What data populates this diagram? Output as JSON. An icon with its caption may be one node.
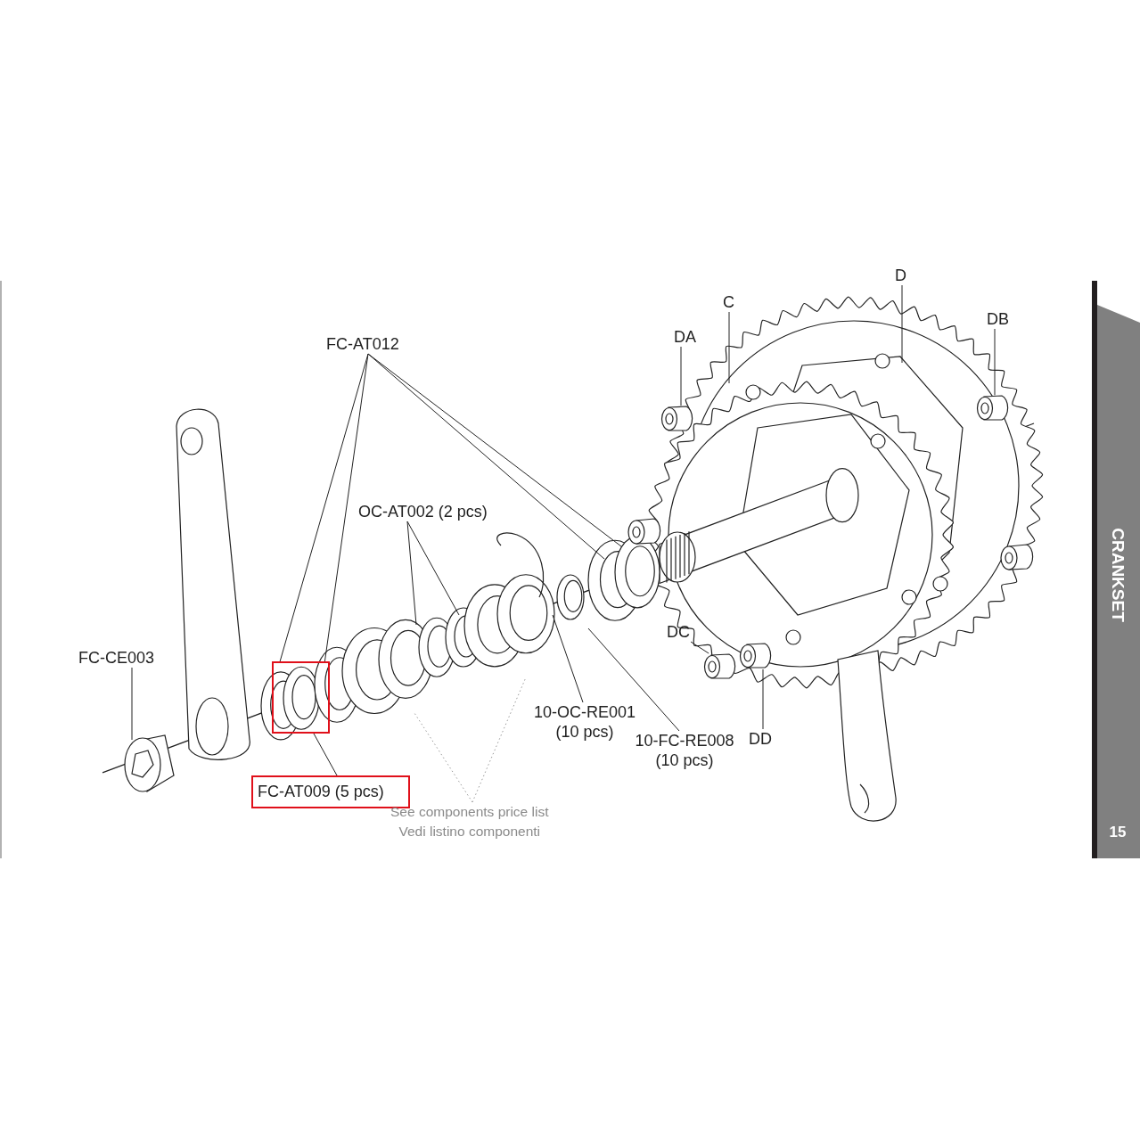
{
  "diagram": {
    "nodes": [
      {
        "text": [
          "FC-AT012"
        ]
      },
      {
        "text": [
          "OC-AT002 (2 pcs)"
        ]
      },
      {
        "text": [
          "FC-CE003"
        ]
      },
      {
        "text": [
          "FC-AT009 (5 pcs)"
        ]
      },
      {
        "text": [],
        "shape": "box"
      },
      {
        "text": [
          "See components price list",
          "Vedi listino componenti"
        ]
      },
      {
        "text": [
          "10-OC-RE001 (10 pcs)"
        ]
      },
      {
        "text": [
          "10-FC-RE008 (10 pcs)"
        ]
      },
      {
        "text": [
          "DC"
        ]
      },
      {
        "text": [
          "DD"
        ]
      },
      {
        "text": [
          "DA"
        ]
      },
      {
        "text": [
          "C"
        ]
      },
      {
        "text": [
          "D"
        ]
      },
      {
        "text": [
          "DB"
        ]
      },
      {
        "text": [],
        "shape": "cylinder"
      },
      {
        "text": [],
        "shape": "cylinder"
      },
      {
        "text": [],
        "shape": "cylinder"
      },
      {
        "text": [],
        "shape": "cylinder"
      }
    ],
    "edges": [
      {
        "from": 0,
        "to": 4,
        "arrow": "none"
      },
      {
        "from": 0,
        "to": 4,
        "arrow": "none"
      },
      {
        "from": 0,
        "to": null,
        "arrow": "none"
      },
      {
        "from": 0,
        "to": null,
        "arrow": "none"
      },
      {
        "from": 1,
        "to": null,
        "arrow": "none"
      },
      {
        "from": 1,
        "to": null,
        "arrow": "none"
      },
      {
        "from": 2,
        "to": null,
        "arrow": "none"
      },
      {
        "from": 3,
        "to": 4,
        "arrow": "none"
      },
      {
        "from": 5,
        "to": null,
        "arrow": "none",
        "style": "dashed",
        "color": "#999999"
      },
      {
        "from": 5,
        "to": null,
        "arrow": "none",
        "style": "dashed",
        "color": "#999999"
      },
      {
        "from": 6,
        "to": null,
        "arrow": "none"
      },
      {
        "from": 7,
        "to": null,
        "arrow": "none"
      },
      {
        "from": 8,
        "to": 15,
        "arrow": "none"
      },
      {
        "from": 9,
        "to": 16,
        "arrow": "none"
      },
      {
        "from": 10,
        "to": 14,
        "arrow": "none"
      },
      {
        "from": 11,
        "to": null,
        "arrow": "none"
      },
      {
        "from": 12,
        "to": null,
        "arrow": "none"
      },
      {
        "from": 13,
        "to": 17,
        "arrow": "none"
      }
    ],
    "labels": [
      "CRANKSET",
      "15"
    ]
  }
}
